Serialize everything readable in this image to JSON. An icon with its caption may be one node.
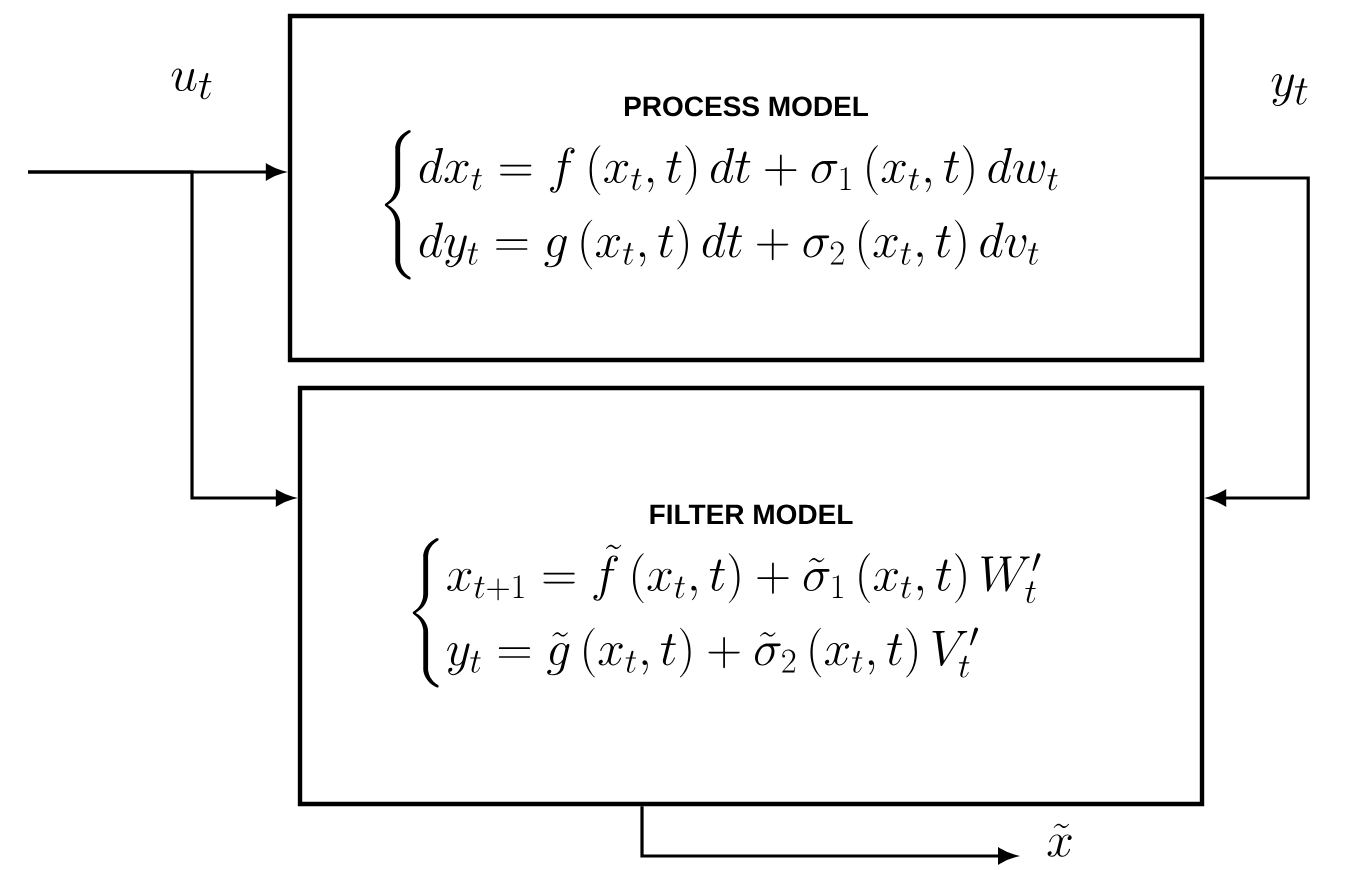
{
  "diagram": {
    "nodes": [
      {
        "text": [
          "PROCESS MODEL",
          "\\begin{cases} dx_t = f\\left(x_t,t\\right)dt + \\sigma_1\\left(x_t,t\\right)dw_t \\\\ dy_t = g\\left(x_t,t\\right)dt + \\sigma_2\\left(x_t,t\\right)dv_t \\end{cases}"
        ]
      },
      {
        "text": [
          "FILTER MODEL",
          "\\begin{cases} x_{t+1} = \\tilde{f}\\left(x_t,t\\right) + \\tilde{\\sigma}_1\\left(x_t,t\\right)W'_t \\\\ y_t = \\tilde{g}\\left(x_t,t\\right) + \\tilde{\\sigma}_2\\left(x_t,t\\right)V'_t \\end{cases}"
        ]
      }
    ],
    "edges": [
      {
        "from": null,
        "to": 0,
        "arrow": "to",
        "label": "u_t"
      },
      {
        "from": null,
        "to": 1,
        "arrow": "to"
      },
      {
        "from": 0,
        "to": 1,
        "arrow": "to",
        "label": "y_t"
      },
      {
        "from": 1,
        "to": null,
        "arrow": "to",
        "label": "\\tilde{x}"
      }
    ]
  }
}
